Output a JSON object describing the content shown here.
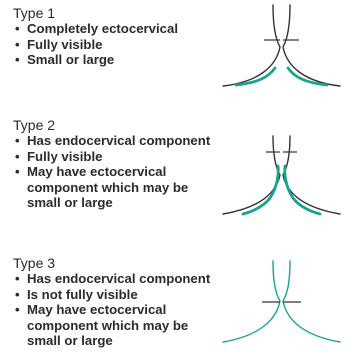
{
  "colors": {
    "epithelium": "#15a58f",
    "outline": "#333333"
  },
  "types": [
    {
      "title": "Type 1",
      "bullets": [
        "Completely ectocervical",
        "Fully visible",
        "Small or large"
      ]
    },
    {
      "title": "Type 2",
      "bullets": [
        "Has endocervical component",
        "Fully visible",
        "May have ectocervical component which may be small or large"
      ]
    },
    {
      "title": "Type 3",
      "bullets": [
        "Has endocervical component",
        "Is not fully visible",
        "May have ectocervical component which may be small or large"
      ]
    }
  ]
}
